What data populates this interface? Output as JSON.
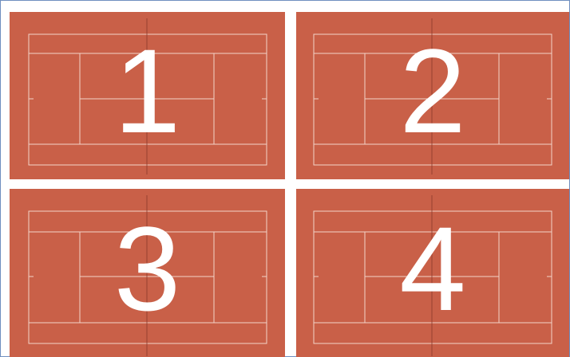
{
  "courts": [
    {
      "label": "1"
    },
    {
      "label": "2"
    },
    {
      "label": "3"
    },
    {
      "label": "4"
    }
  ],
  "colors": {
    "court_surface": "#c96048",
    "court_lines": "#f2d3c8",
    "frame_border": "#6f8fc0"
  }
}
